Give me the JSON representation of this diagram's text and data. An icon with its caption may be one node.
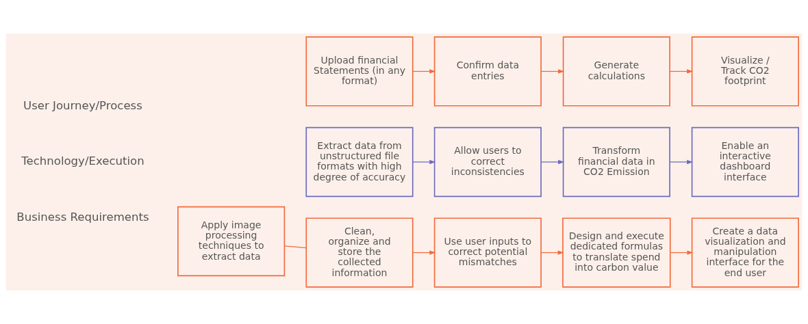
{
  "diagram": {
    "nodes": [
      {
        "text": [
          "Upload financial Statements (in any format)"
        ]
      },
      {
        "text": [
          "Confirm data entries"
        ]
      },
      {
        "text": [
          "Generate calculations"
        ]
      },
      {
        "text": [
          "Visualize / Track CO2 footprint"
        ]
      },
      {
        "text": [
          "Extract data from unstructured file formats with high degree of accuracy"
        ]
      },
      {
        "text": [
          "Allow users to correct inconsistencies"
        ]
      },
      {
        "text": [
          "Transform financial data in CO2 Emission"
        ]
      },
      {
        "text": [
          "Enable an interactive dashboard interface"
        ]
      },
      {
        "text": [
          "Apply image processing techniques to extract data"
        ]
      },
      {
        "text": [
          "Clean, organize and store the collected information"
        ]
      },
      {
        "text": [
          "Use user inputs to correct potential mismatches"
        ]
      },
      {
        "text": [
          "Design and execute dedicated formulas to translate spend into carbon value"
        ]
      },
      {
        "text": [
          "Create a data visualization and manipulation interface for the end user"
        ]
      }
    ],
    "edges": [
      {
        "from": 0,
        "to": 1,
        "arrow": "to"
      },
      {
        "from": 1,
        "to": 2,
        "arrow": "to"
      },
      {
        "from": 2,
        "to": 3,
        "arrow": "to"
      },
      {
        "from": 4,
        "to": 5,
        "arrow": "to",
        "color": "#6b6bbf"
      },
      {
        "from": 5,
        "to": 6,
        "arrow": "to",
        "color": "#6b6bbf"
      },
      {
        "from": 6,
        "to": 7,
        "arrow": "to",
        "color": "#6b6bbf"
      },
      {
        "from": 8,
        "to": 9,
        "arrow": "none"
      },
      {
        "from": 9,
        "to": 10,
        "arrow": "to"
      },
      {
        "from": 10,
        "to": 11,
        "arrow": "to"
      },
      {
        "from": 11,
        "to": 12,
        "arrow": "to"
      }
    ],
    "labels": [
      "User Journey/Process",
      "Technology/Execution",
      "Business Requirements"
    ]
  }
}
